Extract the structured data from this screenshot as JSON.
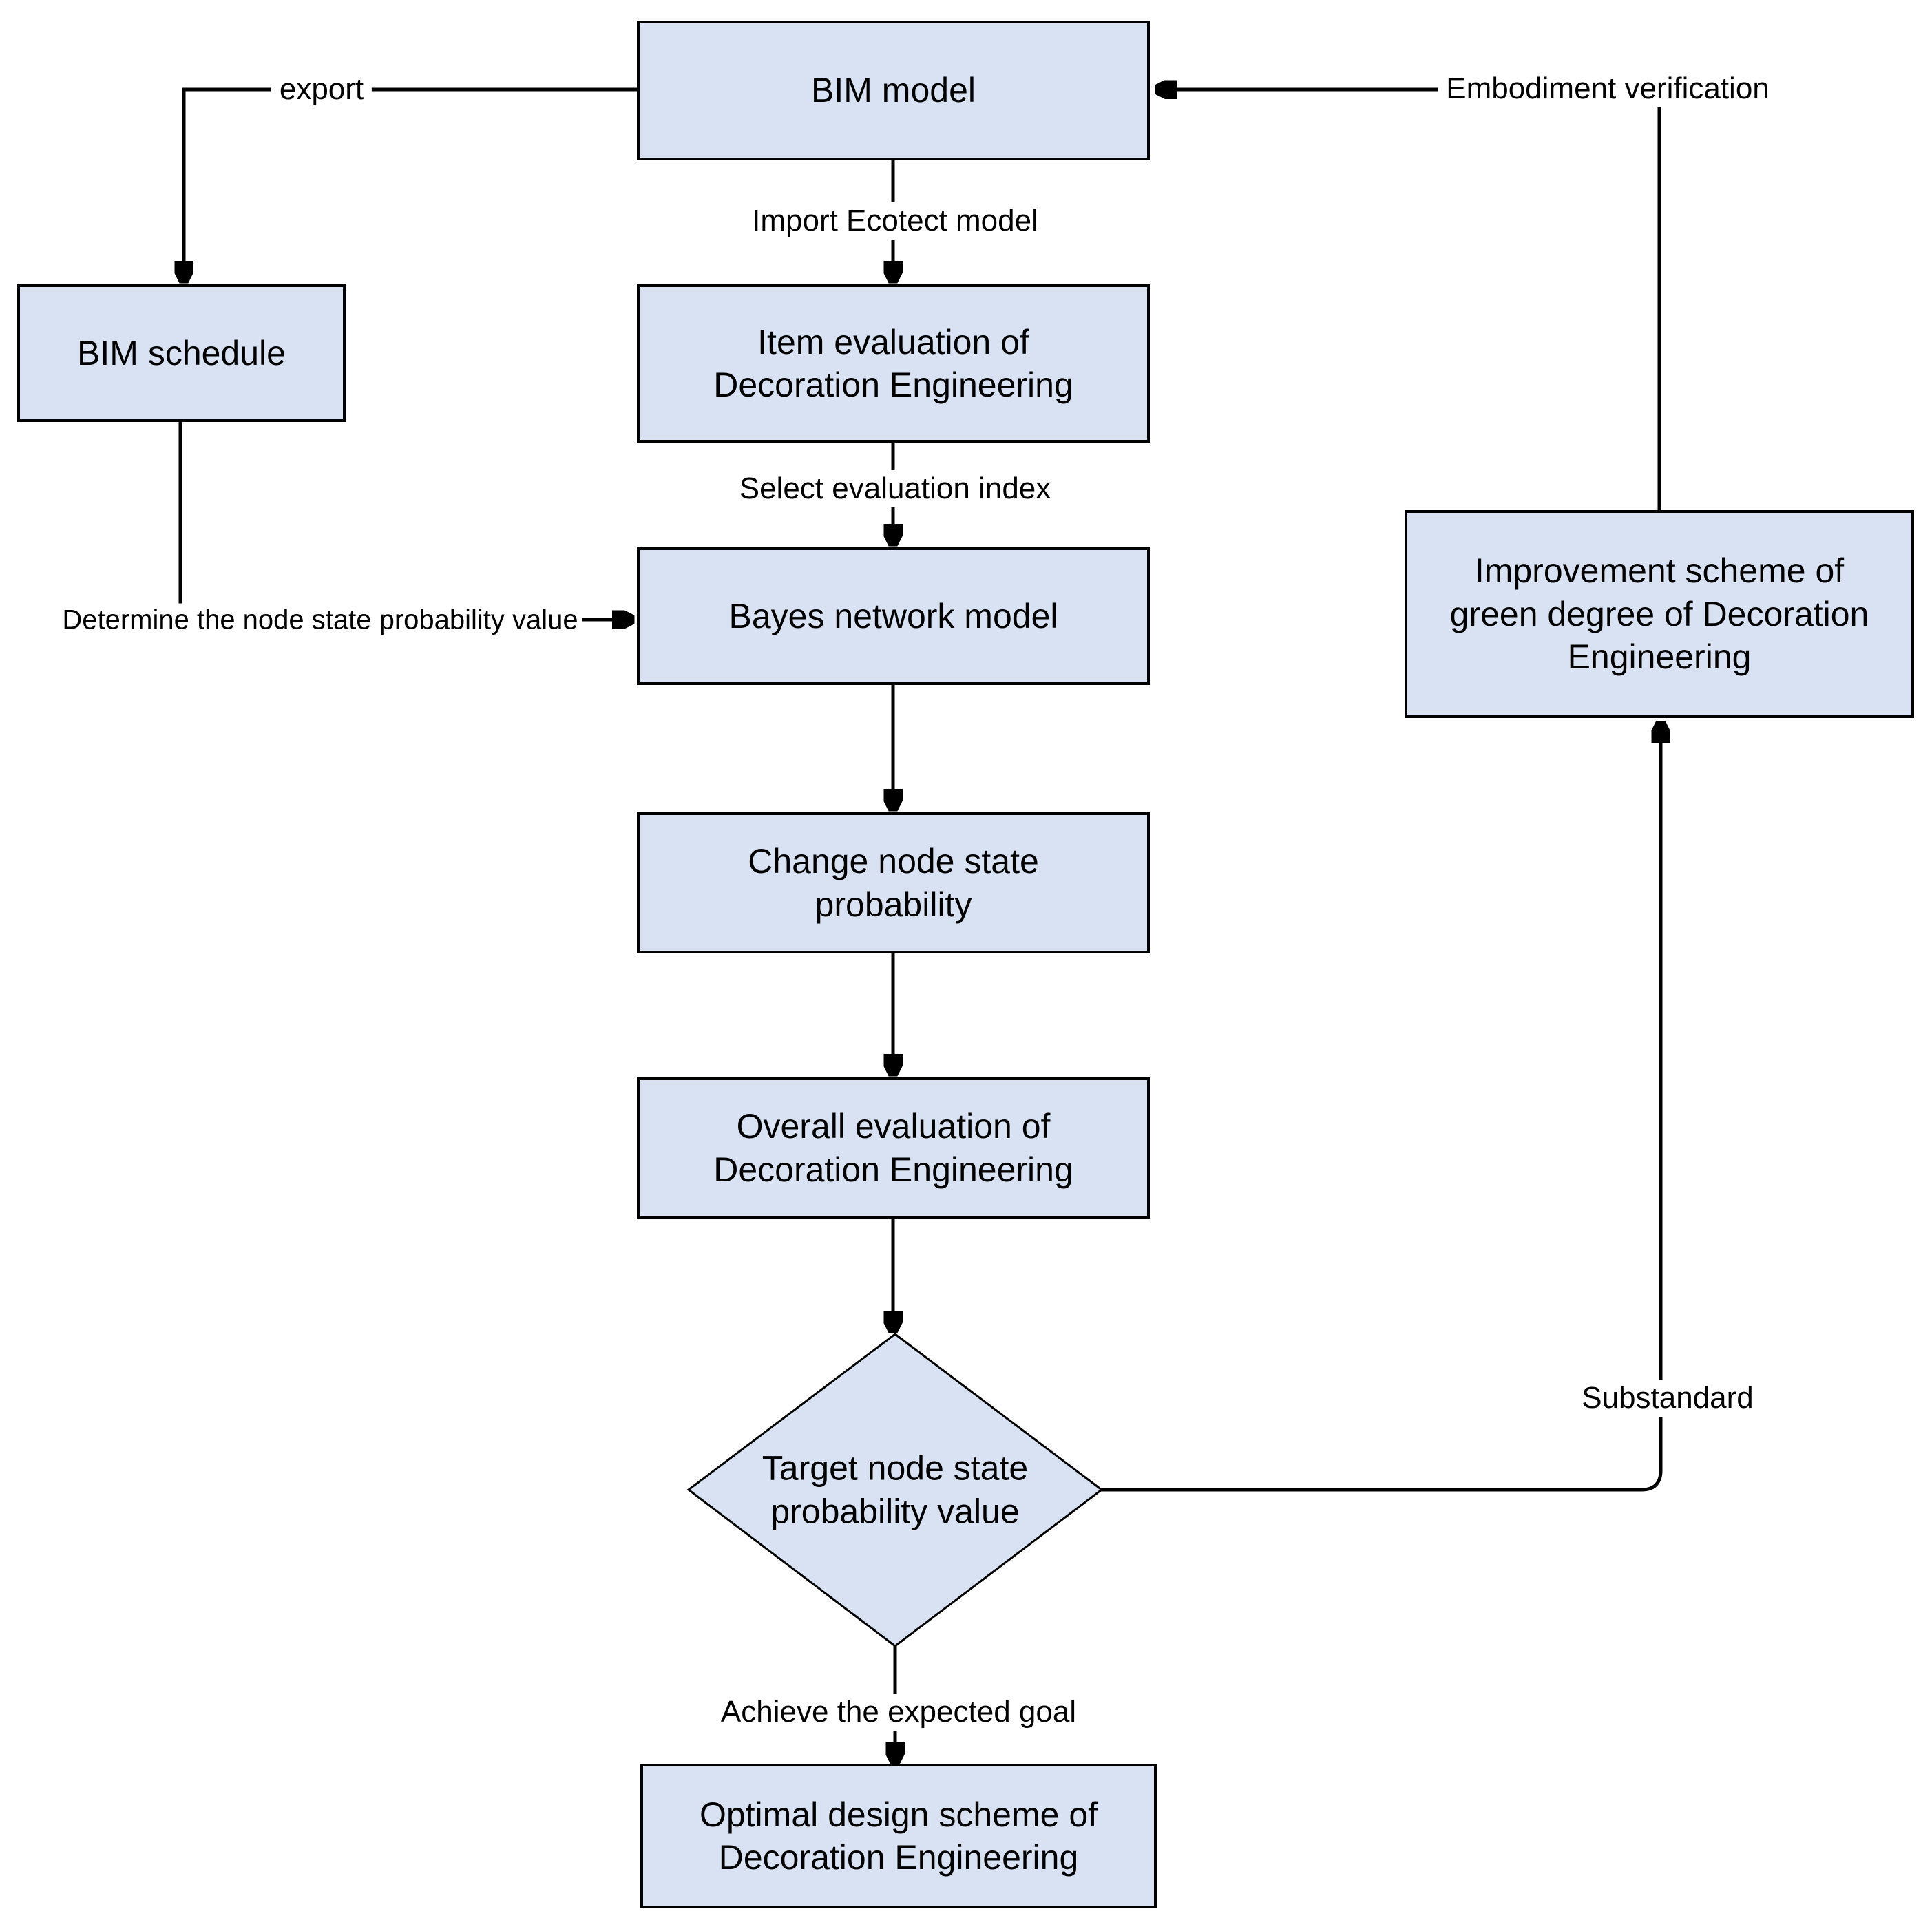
{
  "diagram": {
    "type": "flowchart",
    "colors": {
      "node_fill": "#d9e2f2",
      "node_border": "#000000",
      "connector": "#000000",
      "background": "#ffffff",
      "text": "#000000"
    },
    "nodes": {
      "bim_model": {
        "shape": "rect",
        "lines": [
          "BIM model"
        ]
      },
      "bim_schedule": {
        "shape": "rect",
        "lines": [
          "BIM schedule"
        ]
      },
      "item_eval": {
        "shape": "rect",
        "lines": [
          "Item evaluation of",
          "Decoration Engineering"
        ]
      },
      "bayes": {
        "shape": "rect",
        "lines": [
          "Bayes network model"
        ]
      },
      "change_node": {
        "shape": "rect",
        "lines": [
          "Change node state",
          "probability"
        ]
      },
      "overall_eval": {
        "shape": "rect",
        "lines": [
          "Overall evaluation of",
          "Decoration Engineering"
        ]
      },
      "target_decision": {
        "shape": "diamond",
        "lines": [
          "Target node state",
          "probability value"
        ]
      },
      "optimal": {
        "shape": "rect",
        "lines": [
          "Optimal design scheme of",
          "Decoration Engineering"
        ]
      },
      "improvement": {
        "shape": "rect",
        "lines": [
          "Improvement scheme of",
          "green degree of Decoration",
          "Engineering"
        ]
      }
    },
    "edge_labels": {
      "export": "export",
      "import_ecotect": "Import Ecotect model",
      "select_index": "Select evaluation index",
      "determine_node": "Determine the node state probability value",
      "achieve_goal": "Achieve the expected goal",
      "substandard": "Substandard",
      "embodiment": "Embodiment verification"
    }
  }
}
